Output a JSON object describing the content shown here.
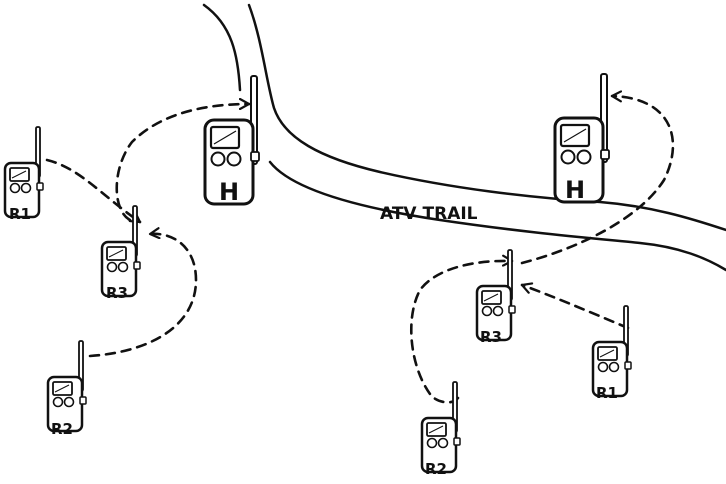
{
  "trail": {
    "label": "ATV TRAIL"
  },
  "devices": [
    {
      "id": "left-r1",
      "label": "R1",
      "type": "repeater"
    },
    {
      "id": "left-r3",
      "label": "R3",
      "type": "repeater"
    },
    {
      "id": "left-r2",
      "label": "R2",
      "type": "repeater"
    },
    {
      "id": "left-h",
      "label": "H",
      "type": "hub"
    },
    {
      "id": "right-h",
      "label": "H",
      "type": "hub"
    },
    {
      "id": "right-r3",
      "label": "R3",
      "type": "repeater"
    },
    {
      "id": "right-r1",
      "label": "R1",
      "type": "repeater"
    },
    {
      "id": "right-r2",
      "label": "R2",
      "type": "repeater"
    }
  ],
  "links": [
    {
      "from": "left-r1",
      "to": "left-r3"
    },
    {
      "from": "left-r2",
      "to": "left-r3"
    },
    {
      "from": "left-r3",
      "to": "left-h"
    },
    {
      "from": "right-r1",
      "to": "right-r3"
    },
    {
      "from": "right-r2",
      "to": "right-r3"
    },
    {
      "from": "right-r3",
      "to": "right-h"
    }
  ],
  "colors": {
    "ink": "#111111",
    "background": "#ffffff"
  }
}
